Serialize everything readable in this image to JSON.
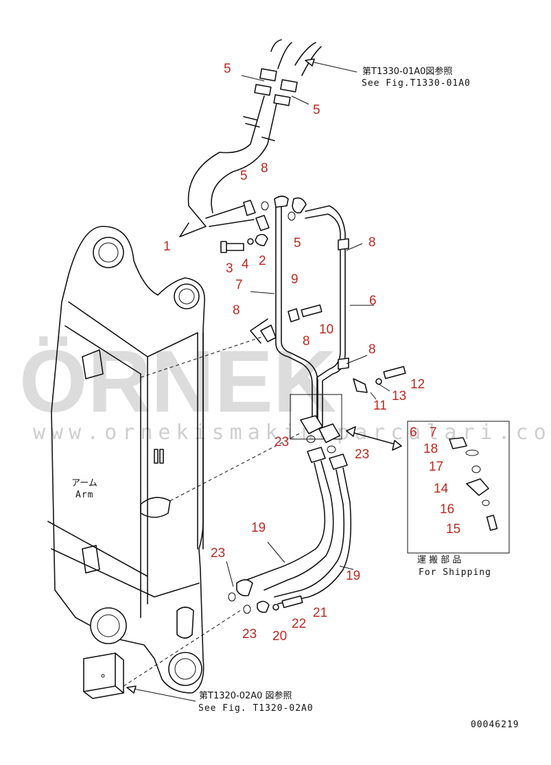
{
  "watermark": {
    "brand": "ÖRNEK",
    "url": "www.ornekismakinaparcalari.com.tr"
  },
  "references": {
    "top": {
      "jp": "第T1330-01A0図参照",
      "en": "See Fig.T1330-01A0"
    },
    "bottom": {
      "jp": "第T1320-02A0 図参照",
      "en": "See Fig. T1320-02A0"
    }
  },
  "arm_label": {
    "jp": "アーム",
    "en": "Arm"
  },
  "shipping_box": {
    "jp": "運 搬 部 品",
    "en": "For Shipping"
  },
  "drawing_number": "00046219",
  "colors": {
    "label": "#c0271f",
    "line": "#111111",
    "watermark": "#dcdcdc"
  },
  "part_labels": {
    "p1": "1",
    "p2": "2",
    "p3": "3",
    "p4": "4",
    "p5a": "5",
    "p5b": "5",
    "p5c": "5",
    "p5d": "5",
    "p6": "6",
    "p6b": "6",
    "p7": "7",
    "p7b": "7",
    "p8a": "8",
    "p8b": "8",
    "p8c": "8",
    "p8d": "8",
    "p8e": "8",
    "p9": "9",
    "p10": "10",
    "p11": "11",
    "p12": "12",
    "p13": "13",
    "p14": "14",
    "p15": "15",
    "p16": "16",
    "p17": "17",
    "p18": "18",
    "p19a": "19",
    "p19b": "19",
    "p20": "20",
    "p21": "21",
    "p22": "22",
    "p23a": "23",
    "p23b": "23",
    "p23c": "23",
    "p23d": "23"
  }
}
